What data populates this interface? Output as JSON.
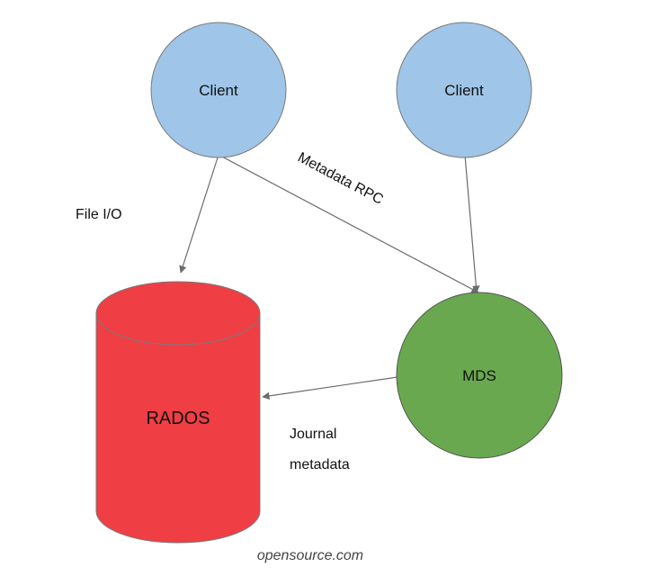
{
  "nodes": {
    "client_left": {
      "label": "Client"
    },
    "client_right": {
      "label": "Client"
    },
    "mds": {
      "label": "MDS"
    },
    "rados": {
      "label": "RADOS"
    }
  },
  "edges": {
    "file_io": {
      "label": "File I/O"
    },
    "metadata_rpc": {
      "label": "Metadata RPC"
    },
    "journal": {
      "label_line1": "Journal",
      "label_line2": "metadata"
    }
  },
  "credit": "opensource.com",
  "colors": {
    "client_fill": "#9fc5e8",
    "mds_fill": "#6aa84f",
    "rados_fill": "#ef3e44",
    "stroke": "#6b6b6b",
    "arrow": "#6b6b6b"
  }
}
